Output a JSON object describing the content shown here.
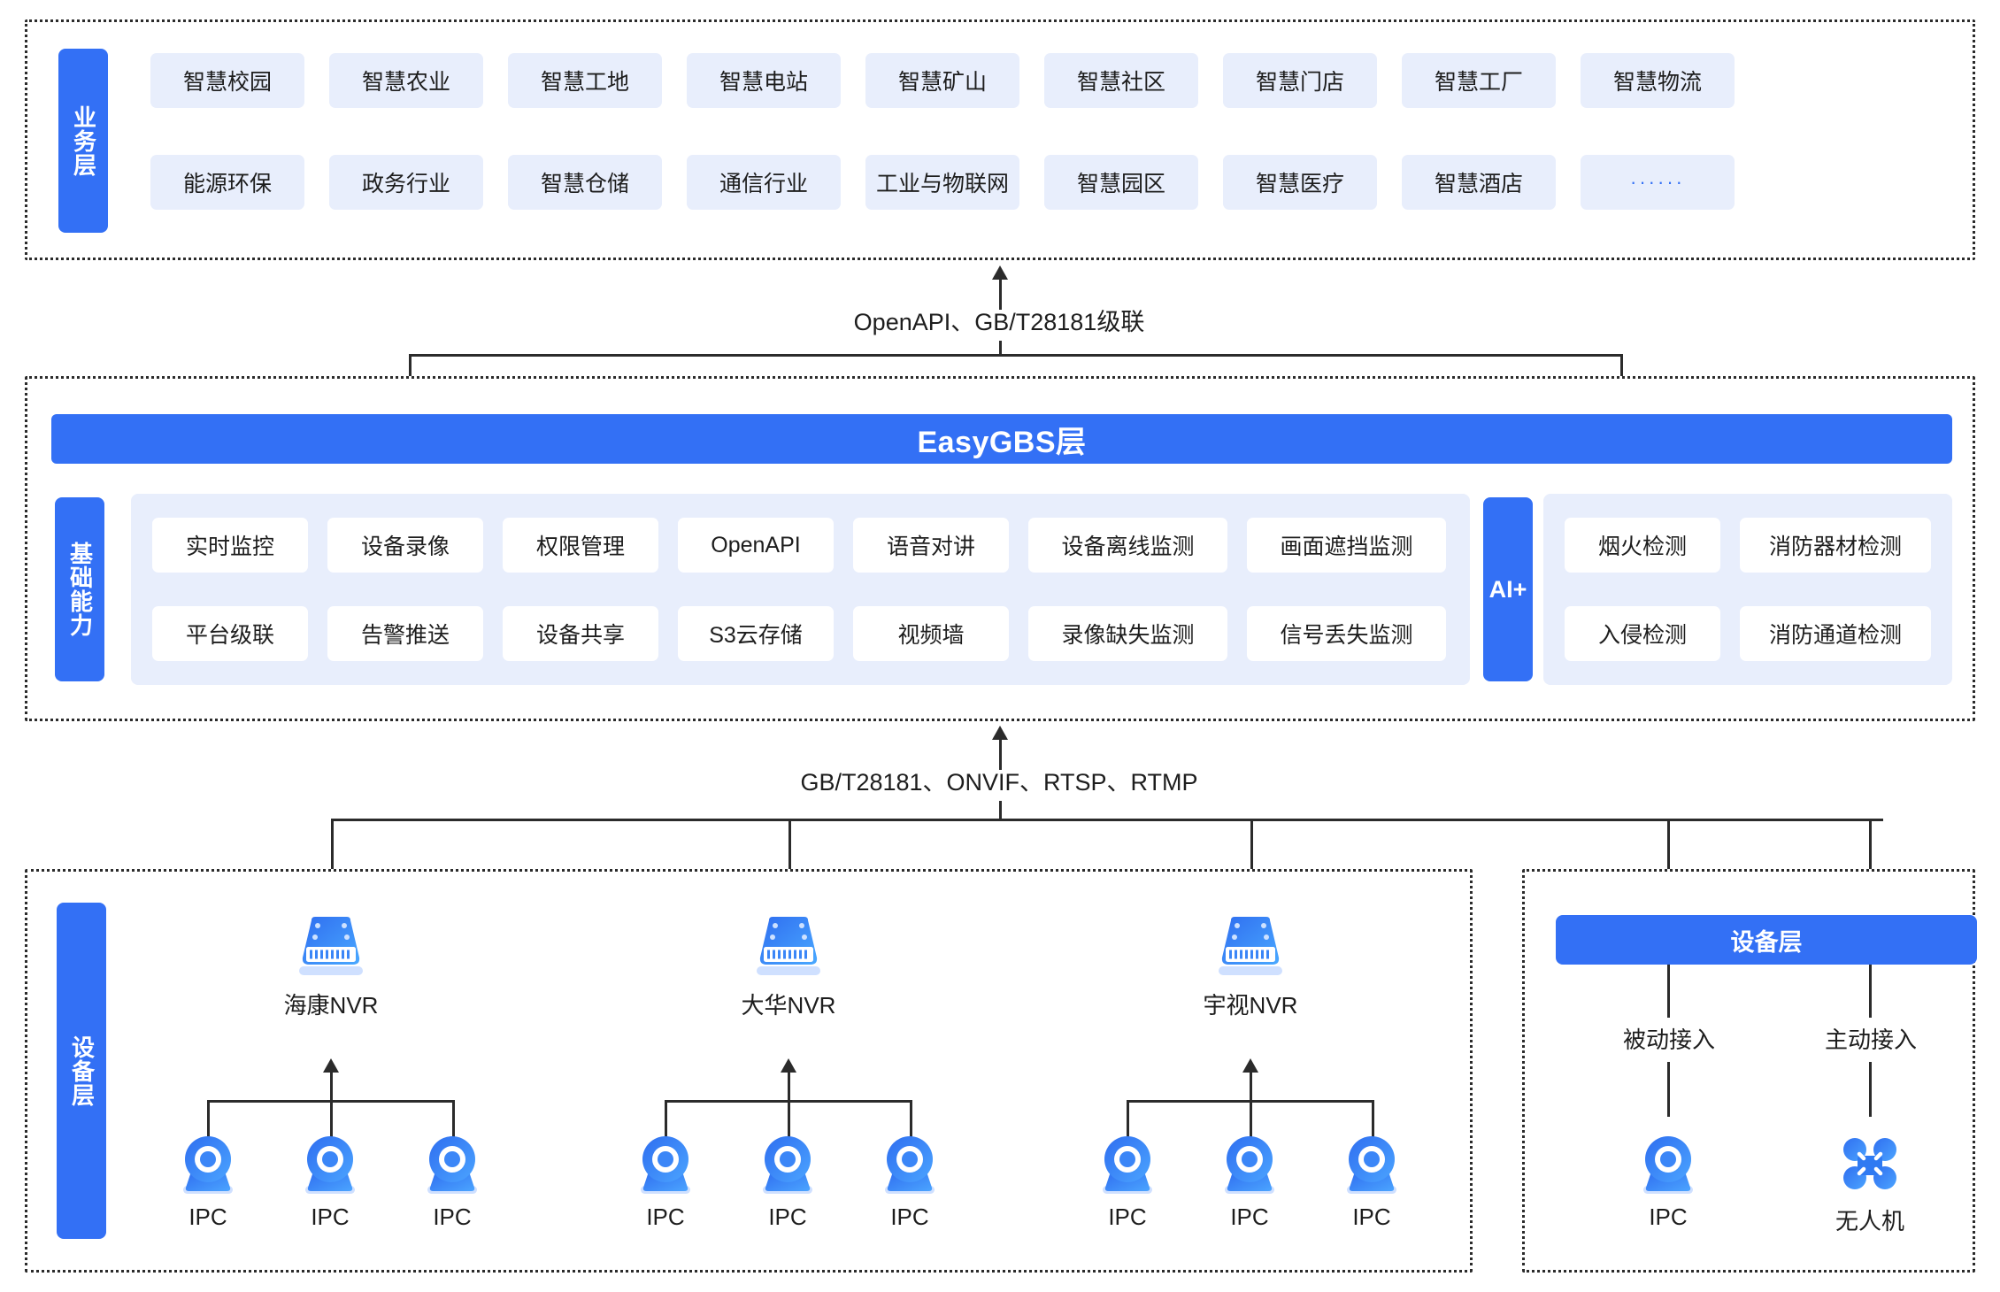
{
  "business_layer": {
    "tab_label": "业务层",
    "row1": [
      "智慧校园",
      "智慧农业",
      "智慧工地",
      "智慧电站",
      "智慧矿山",
      "智慧社区",
      "智慧门店",
      "智慧工厂",
      "智慧物流"
    ],
    "row2": [
      "能源环保",
      "政务行业",
      "智慧仓储",
      "通信行业",
      "工业与物联网",
      "智慧园区",
      "智慧医疗",
      "智慧酒店",
      "······"
    ]
  },
  "connector_top": {
    "label": "OpenAPI、GB/T28181级联"
  },
  "platform_layer": {
    "gbs_bar_label": "EasyGBS层",
    "tab_label": "基础能力",
    "capabilities_row1": [
      "实时监控",
      "设备录像",
      "权限管理",
      "OpenAPI",
      "语音对讲",
      "设备离线监测",
      "画面遮挡监测"
    ],
    "capabilities_row2": [
      "平台级联",
      "告警推送",
      "设备共享",
      "S3云存储",
      "视频墙",
      "录像缺失监测",
      "信号丢失监测"
    ],
    "ai": {
      "tab_label": "AI+",
      "row1": [
        "烟火检测",
        "消防器材检测"
      ],
      "row2": [
        "入侵检测",
        "消防通道检测"
      ]
    }
  },
  "connector_bottom": {
    "label": "GB/T28181、ONVIF、RTSP、RTMP"
  },
  "device_layer_left": {
    "tab_label": "设备层",
    "nvrs": [
      {
        "icon": "nvr-icon",
        "label": "海康NVR",
        "cameras": [
          "IPC",
          "IPC",
          "IPC"
        ]
      },
      {
        "icon": "nvr-icon",
        "label": "大华NVR",
        "cameras": [
          "IPC",
          "IPC",
          "IPC"
        ]
      },
      {
        "icon": "nvr-icon",
        "label": "宇视NVR",
        "cameras": [
          "IPC",
          "IPC",
          "IPC"
        ]
      }
    ],
    "camera_icon": "ipc-camera-icon"
  },
  "device_layer_right": {
    "header_label": "设备层",
    "branches": [
      {
        "mode_label": "被动接入",
        "icon": "ipc-camera-icon",
        "device_label": "IPC"
      },
      {
        "mode_label": "主动接入",
        "icon": "drone-icon",
        "device_label": "无人机"
      }
    ]
  },
  "colors": {
    "brand_blue": "#3370f5",
    "chip_bg": "#e8eefc",
    "line": "#2b2b2b",
    "text": "#1d1d1d"
  }
}
